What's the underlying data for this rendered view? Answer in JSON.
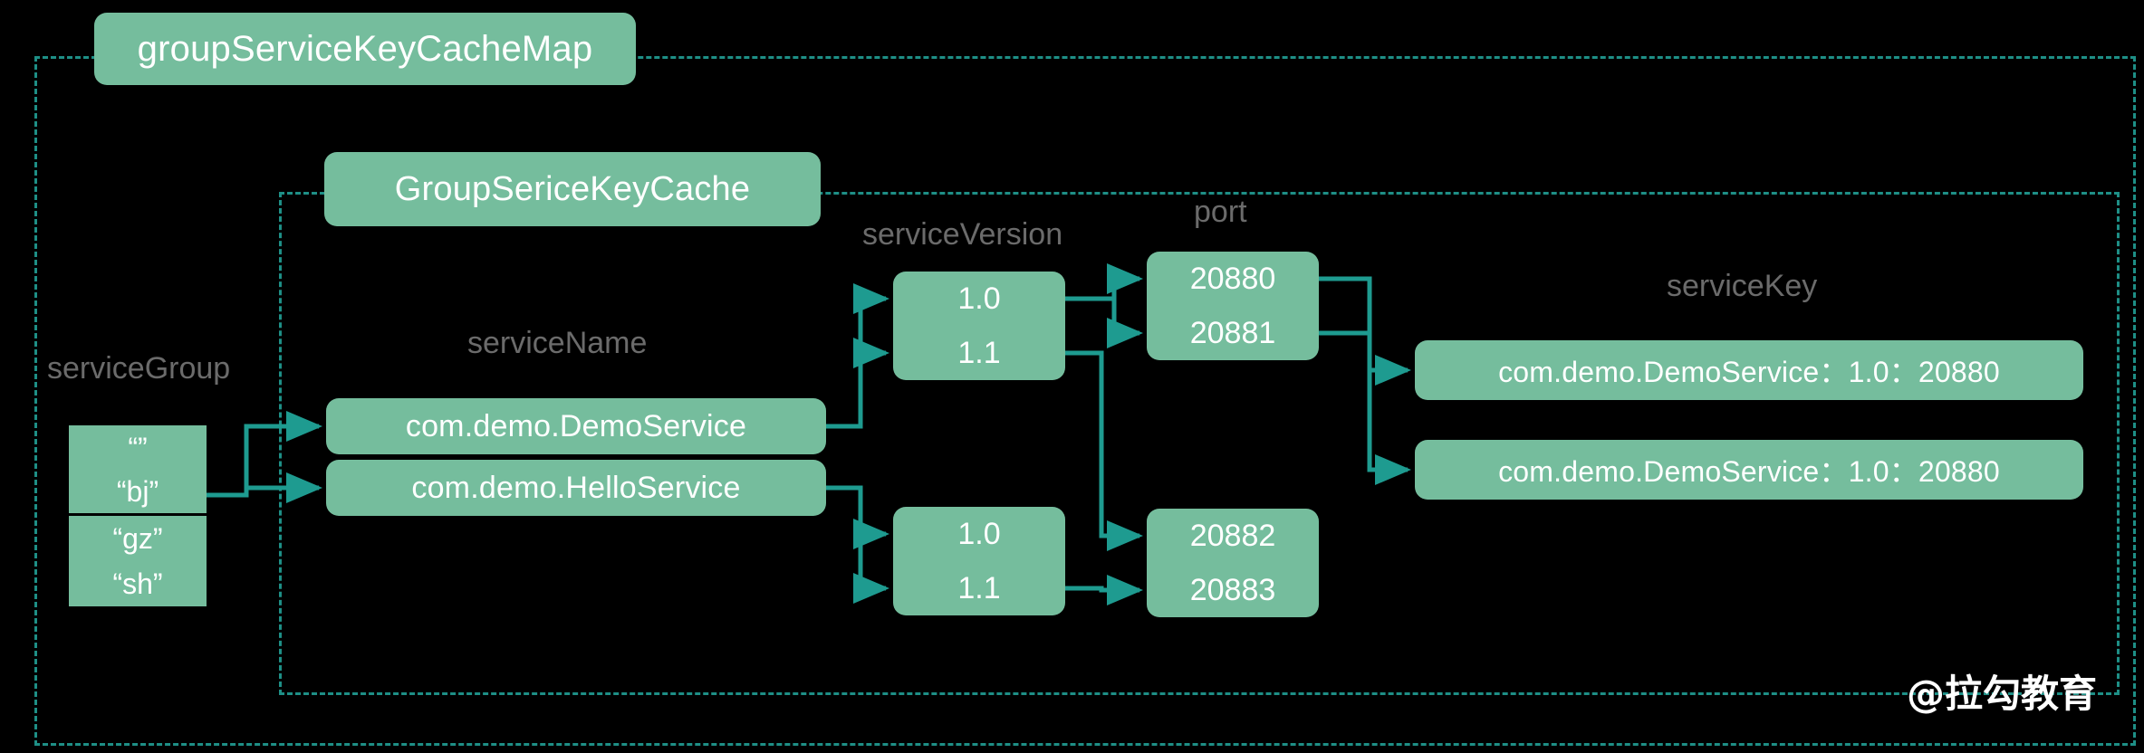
{
  "diagram": {
    "title": "groupServiceKeyCacheMap",
    "background_color": "#000000",
    "box_color": "#75bd9d",
    "line_color": "#1e9b90",
    "caption_color": "#6b6b6b",
    "text_color": "#ffffff",
    "watermark": "@拉勾教育"
  },
  "containers": {
    "outer_label": "groupServiceKeyCacheMap",
    "inner_label": "GroupSericeKeyCache"
  },
  "captions": {
    "service_group": "serviceGroup",
    "service_name": "serviceName",
    "service_version": "serviceVersion",
    "port": "port",
    "service_key": "serviceKey"
  },
  "service_group": {
    "items": [
      "“”",
      "“bj”",
      "“gz”",
      "“sh”"
    ]
  },
  "service_names": {
    "items": [
      "com.demo.DemoService",
      "com.demo.HelloService"
    ]
  },
  "service_versions": {
    "group_1": [
      "1.0",
      "1.1"
    ],
    "group_2": [
      "1.0",
      "1.1"
    ]
  },
  "ports": {
    "group_1": [
      "20880",
      "20881"
    ],
    "group_2": [
      "20882",
      "20883"
    ]
  },
  "service_keys": {
    "items": [
      "com.demo.DemoService：1.0：20880",
      "com.demo.DemoService：1.0：20880"
    ]
  }
}
